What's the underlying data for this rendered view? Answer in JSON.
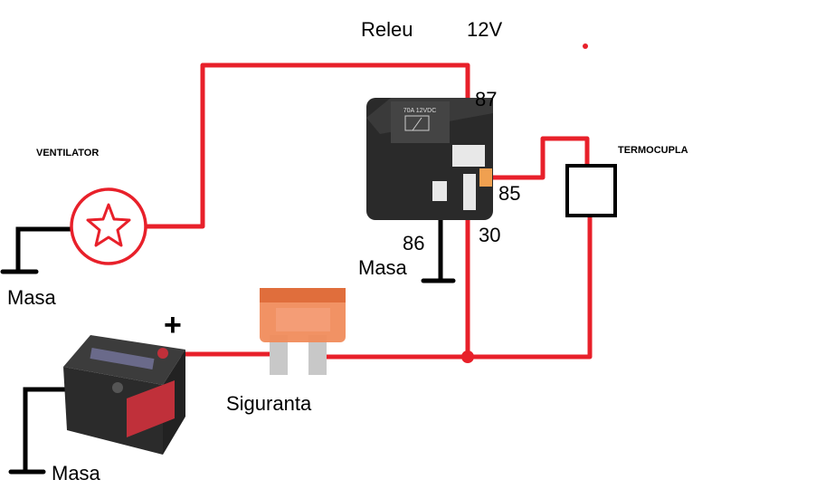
{
  "labels": {
    "relay_title": "Releu",
    "voltage": "12V",
    "fan": "VENTILATOR",
    "thermocouple": "TERMOCUPLA",
    "pin_87": "87",
    "pin_85": "85",
    "pin_86": "86",
    "pin_30": "30",
    "ground_fan": "Masa",
    "ground_relay": "Masa",
    "ground_battery": "Masa",
    "fuse": "Siguranta",
    "battery_plus": "+"
  },
  "relay_case_text": "70A 12VDC",
  "colors": {
    "wire_positive": "#e8202a",
    "wire_ground": "#000000",
    "relay_body": "#2a2a2a",
    "fuse_body": "#f08c5c",
    "fuse_blade": "#c8c8c8",
    "battery_body": "#2b2b2b",
    "battery_label": "#c0303a"
  }
}
